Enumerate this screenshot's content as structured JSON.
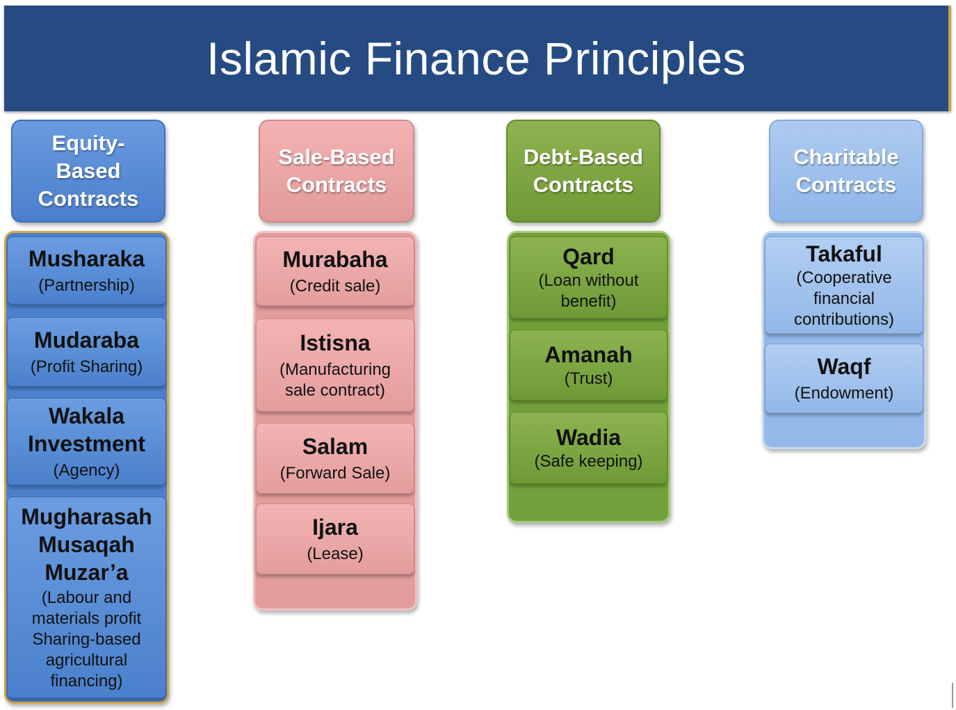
{
  "title": "Islamic Finance Principles",
  "columns": [
    {
      "heading": "Equity-\nBased\nContracts",
      "items": [
        {
          "name": "Musharaka",
          "desc": "(Partnership)"
        },
        {
          "name": "Mudaraba",
          "desc": "(Profit Sharing)"
        },
        {
          "name": "Wakala\nInvestment",
          "desc": "(Agency)"
        },
        {
          "name": "Mugharasah\nMusaqah\nMuzar’a",
          "desc": "(Labour and\nmaterials profit\nSharing-based\nagricultural\nfinancing)"
        }
      ]
    },
    {
      "heading": "Sale-Based\nContracts",
      "items": [
        {
          "name": "Murabaha",
          "desc": "(Credit sale)"
        },
        {
          "name": "Istisna",
          "desc": "(Manufacturing\nsale contract)"
        },
        {
          "name": "Salam",
          "desc": "(Forward Sale)"
        },
        {
          "name": "Ijara",
          "desc": "(Lease)"
        }
      ]
    },
    {
      "heading": "Debt-Based\nContracts",
      "items": [
        {
          "name": "Qard",
          "desc": "(Loan without\nbenefit)"
        },
        {
          "name": "Amanah",
          "desc": "(Trust)"
        },
        {
          "name": "Wadia",
          "desc": "(Safe keeping)"
        }
      ]
    },
    {
      "heading": "Charitable\nContracts",
      "items": [
        {
          "name": "Takaful",
          "desc": "(Cooperative\nfinancial\ncontributions)"
        },
        {
          "name": "Waqf",
          "desc": "(Endowment)"
        }
      ]
    }
  ]
}
